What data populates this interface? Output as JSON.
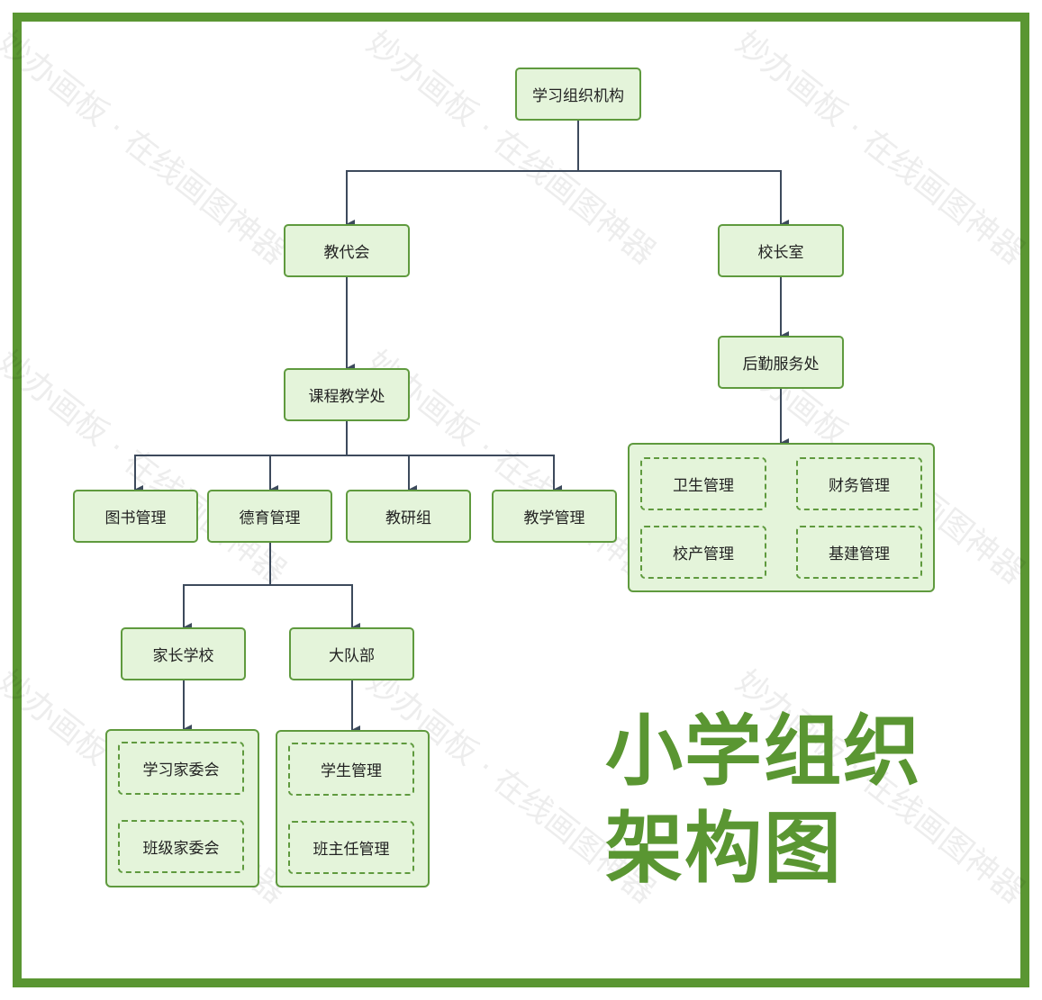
{
  "watermark": "妙办画板 · 在线画图神器",
  "colors": {
    "frame": "#5a9632",
    "node_fill": "#e4f4da",
    "node_border": "#5f9a3e",
    "edge": "#3d4a5c"
  },
  "title": {
    "line1": "小学组织",
    "line2": "架构图"
  },
  "nodes": {
    "root": "学习组织机构",
    "teachers_congress": "教代会",
    "principal_office": "校长室",
    "logistics": "后勤服务处",
    "curriculum": "课程教学处",
    "library": "图书管理",
    "moral": "德育管理",
    "research": "教研组",
    "teaching": "教学管理",
    "parent_school": "家长学校",
    "brigade": "大队部"
  },
  "logistics_group": [
    "卫生管理",
    "财务管理",
    "校产管理",
    "基建管理"
  ],
  "parent_group": [
    "学习家委会",
    "班级家委会"
  ],
  "brigade_group": [
    "学生管理",
    "班主任管理"
  ]
}
